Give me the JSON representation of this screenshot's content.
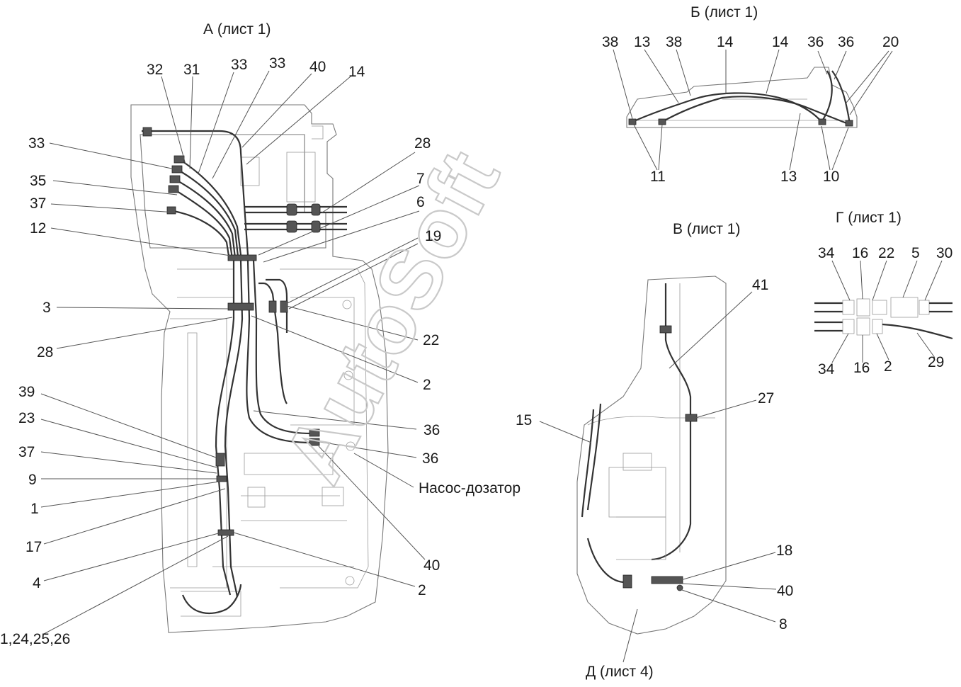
{
  "watermark": "AutoSoft",
  "views": {
    "A": {
      "title": "А (лист 1)"
    },
    "B": {
      "title": "Б (лист 1)"
    },
    "V": {
      "title": "В (лист 1)"
    },
    "G": {
      "title": "Г (лист 1)"
    },
    "D": {
      "title": "Д (лист 4)"
    }
  },
  "labels": {
    "A": [
      "32",
      "31",
      "33",
      "33",
      "40",
      "14",
      "33",
      "35",
      "37",
      "12",
      "3",
      "28",
      "39",
      "23",
      "37",
      "9",
      "1",
      "17",
      "4",
      "1,24,25,26",
      "28",
      "7",
      "6",
      "19",
      "22",
      "2",
      "36",
      "36",
      "Насос-дозатор",
      "40",
      "2"
    ],
    "B": [
      "38",
      "13",
      "38",
      "14",
      "14",
      "36",
      "36",
      "20",
      "11",
      "13",
      "10"
    ],
    "V": [
      "41",
      "27",
      "15",
      "18",
      "40",
      "8"
    ],
    "G": [
      "34",
      "16",
      "22",
      "5",
      "30",
      "34",
      "16",
      "2",
      "29"
    ]
  }
}
